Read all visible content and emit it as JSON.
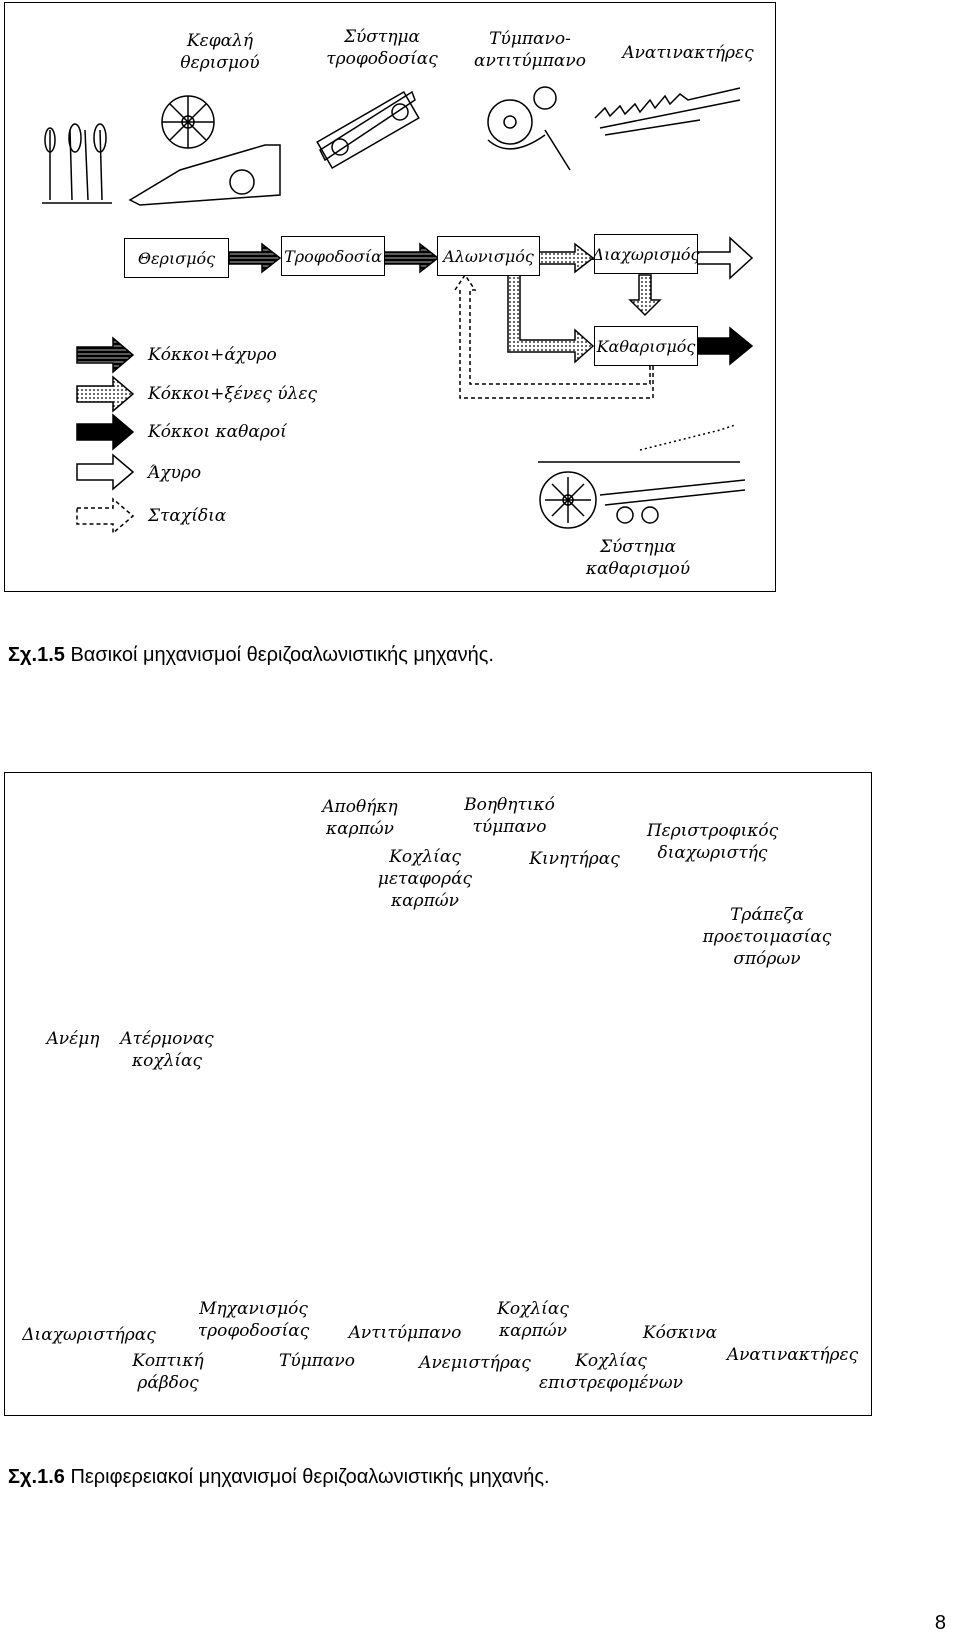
{
  "figure1": {
    "component_labels": {
      "head": "Κεφαλή\nθερισμού",
      "feeder": "Σύστημα\nτροφοδοσίας",
      "drum": "Τύμπανο-\nαντιτύμπανο",
      "walkers": "Ανατινακτήρες"
    },
    "flow_boxes": {
      "harvest": "Θερισμός",
      "feeding": "Τροφοδοσία",
      "threshing": "Αλωνισμός",
      "separation": "Διαχωρισμός",
      "cleaning": "Καθαρισμός"
    },
    "legend": [
      {
        "style": "hatched-black",
        "label": "Κόκκοι+άχυρο"
      },
      {
        "style": "dotted",
        "label": "Κόκκοι+ξένες ύλες"
      },
      {
        "style": "solid-black",
        "label": "Κόκκοι καθαροί"
      },
      {
        "style": "outline",
        "label": "Άχυρο"
      },
      {
        "style": "dashed",
        "label": "Σταχίδια"
      }
    ],
    "cleaning_system_label": "Σύστημα\nκαθαρισμού"
  },
  "caption1": {
    "number": "Σχ.1.5",
    "text": "Βασικοί μηχανισμοί θεριζοαλωνιστικής μηχανής."
  },
  "figure2": {
    "labels": {
      "grain_tank": "Αποθήκη\nκαρπών",
      "aux_drum": "Βοηθητικό\nτύμπανο",
      "grain_auger": "Κοχλίας\nμεταφοράς\nκαρπών",
      "engine": "Κινητήρας",
      "rotary_separator": "Περιστροφικός\nδιαχωριστής",
      "seedbed_table": "Τράπεζα\nπροετοιμασίας\nσπόρων",
      "reel": "Ανέμη",
      "endless_auger": "Ατέρμονας\nκοχλίας",
      "divider": "Διαχωριστήρας",
      "cutter_bar": "Κοπτική\nράβδος",
      "feeder_mech": "Μηχανισμός\nτροφοδοσίας",
      "drum": "Τύμπανο",
      "concave": "Αντιτύμπανο",
      "grain_screw": "Κοχλίας\nκαρπών",
      "fan": "Ανεμιστήρας",
      "tailings_screw": "Κοχλίας\nεπιστρεφομένων",
      "sieves": "Κόσκινα",
      "straw_walkers": "Ανατινακτήρες"
    }
  },
  "caption2": {
    "number": "Σχ.1.6",
    "text": "Περιφερειακοί μηχανισμοί θεριζοαλωνιστικής μηχανής."
  },
  "page_number": "8"
}
